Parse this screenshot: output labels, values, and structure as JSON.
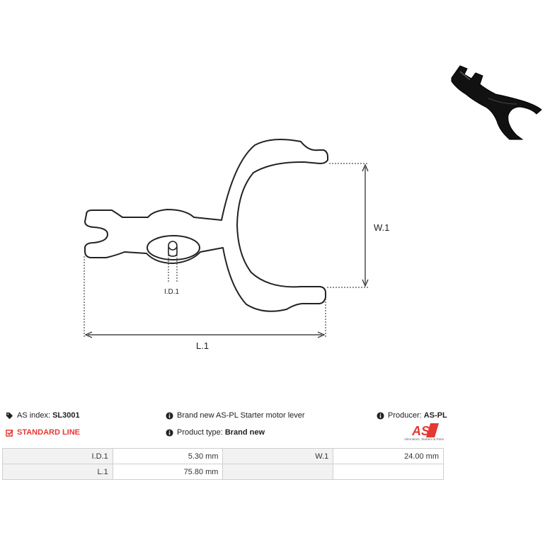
{
  "drawing": {
    "labels": {
      "w1": "W.1",
      "id1": "I.D.1",
      "l1": "L.1"
    }
  },
  "thumbnail": {
    "icon": "starter-motor-lever-photo"
  },
  "info": {
    "as_index_label": "AS index:",
    "as_index_value": "SL3001",
    "standard_line": "STANDARD LINE",
    "description": "Brand new AS-PL Starter motor lever",
    "product_type_label": "Product type:",
    "product_type_value": "Brand new",
    "producer_label": "Producer:",
    "producer_value": "AS-PL",
    "logo_text": "AS",
    "logo_tagline": "Alternators, Starters & Parts"
  },
  "colors": {
    "accent": "#e53935",
    "line": "#222222",
    "table_header_bg": "#f2f2f2"
  },
  "specs": [
    {
      "k1": "I.D.1",
      "v1": "5.30 mm",
      "k2": "W.1",
      "v2": "24.00 mm"
    },
    {
      "k1": "L.1",
      "v1": "75.80 mm",
      "k2": "",
      "v2": ""
    }
  ]
}
